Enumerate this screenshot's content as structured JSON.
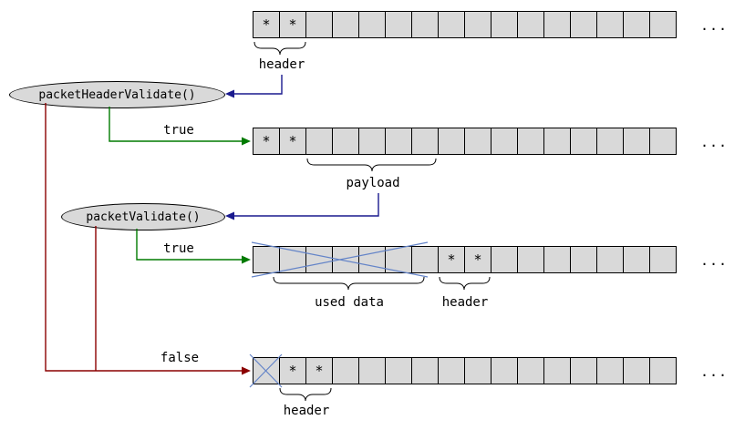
{
  "colors": {
    "cell_fill": "#d9d9d9",
    "node_fill": "#d9d9d9",
    "outline": "#000000",
    "validate_arrow": "#1a1a8e",
    "true_arrow": "#007a00",
    "false_arrow": "#8b0000",
    "cross": "#6484c8"
  },
  "nodes": [
    {
      "label": "packetHeaderValidate()"
    },
    {
      "label": "packetValidate()"
    }
  ],
  "branch_labels": {
    "header_valid": "true",
    "packet_valid": "true",
    "invalid": "false"
  },
  "annotations": {
    "row1_header": "header",
    "row2_payload": "payload",
    "row3_used_data": "used data",
    "row3_header": "header",
    "row4_header": "header"
  },
  "ellipsis": "...",
  "rows": [
    {
      "cells": [
        "*",
        "*",
        "",
        "",
        "",
        "",
        "",
        "",
        "",
        "",
        "",
        "",
        "",
        "",
        "",
        ""
      ]
    },
    {
      "cells": [
        "*",
        "*",
        "",
        "",
        "",
        "",
        "",
        "",
        "",
        "",
        "",
        "",
        "",
        "",
        "",
        ""
      ]
    },
    {
      "cells": [
        "",
        "",
        "",
        "",
        "",
        "",
        "",
        "*",
        "*",
        "",
        "",
        "",
        "",
        "",
        "",
        ""
      ]
    },
    {
      "cells": [
        "",
        "*",
        "*",
        "",
        "",
        "",
        "",
        "",
        "",
        "",
        "",
        "",
        "",
        "",
        "",
        ""
      ]
    }
  ]
}
